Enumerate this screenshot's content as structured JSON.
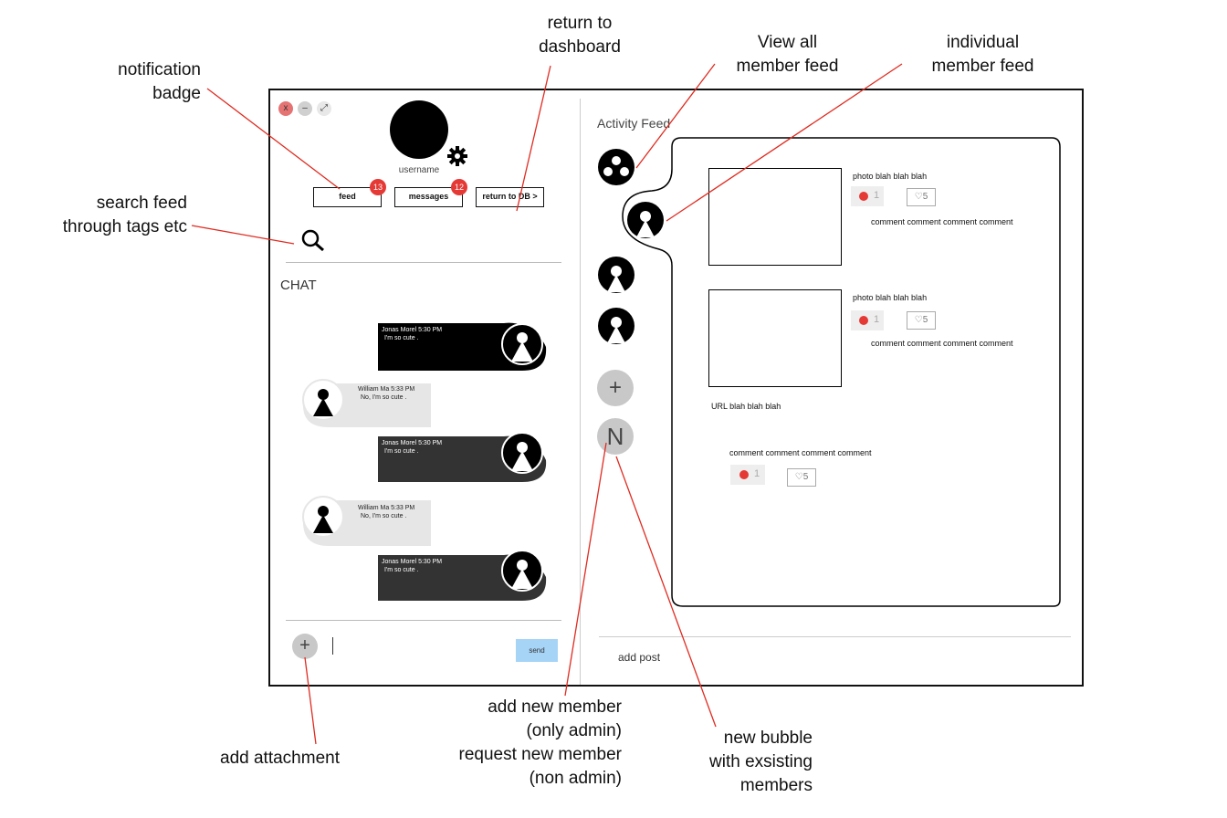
{
  "annotations": {
    "notification_badge": [
      "notification",
      "badge"
    ],
    "return_to_dashboard": [
      "return to",
      "dashboard"
    ],
    "view_all_member_feed": [
      "View all",
      "member feed"
    ],
    "individual_member_feed": [
      "individual",
      "member feed"
    ],
    "search_feed": [
      "search feed",
      "through tags etc"
    ],
    "add_attachment": "add attachment",
    "add_new_member": [
      "add new member",
      "(only admin)",
      "request new member",
      "(non admin)"
    ],
    "new_bubble": [
      "new bubble",
      "with exsisting",
      "members"
    ]
  },
  "window_controls": {
    "close": "x",
    "minimize": "–",
    "expand": "⤢"
  },
  "profile": {
    "username": "username",
    "settings_icon": "gear-icon"
  },
  "nav": {
    "feed": {
      "label": "feed",
      "badge": "13"
    },
    "messages": {
      "label": "messages",
      "badge": "12"
    },
    "return_db": {
      "label": "return to DB >"
    }
  },
  "search": {
    "icon": "search-icon"
  },
  "chat": {
    "title": "CHAT",
    "messages": [
      {
        "sender": "Jonas Morel 5:30 PM",
        "text": "I'm so cute ."
      },
      {
        "sender": "William Ma 5:33 PM",
        "text": "No, I'm so cute ."
      },
      {
        "sender": "Jonas Morel 5:30 PM",
        "text": "I'm so cute ."
      },
      {
        "sender": "William Ma 5:33 PM",
        "text": "No, I'm so cute ."
      },
      {
        "sender": "Jonas Morel 5:30 PM",
        "text": "I'm so cute ."
      }
    ],
    "add_icon": "+",
    "send_label": "send"
  },
  "activity": {
    "title": "Activity Feed",
    "add_member_icon": "+",
    "new_bubble_letter": "N",
    "posts": [
      {
        "caption": "photo blah blah blah",
        "likes": "1",
        "hearts": "5",
        "comment": "comment comment comment comment"
      },
      {
        "caption": "photo blah blah blah",
        "likes": "1",
        "hearts": "5",
        "comment": "comment comment comment comment"
      }
    ],
    "url_text": "URL blah blah blah",
    "url_comment": "comment comment comment comment",
    "url_likes": "1",
    "url_hearts": "5",
    "add_post": "add post"
  },
  "colors": {
    "badge": "#e53935",
    "send": "#a6d4f7",
    "dark_bubble": "#333333",
    "light_bubble": "#e6e6e6",
    "annotation_line": "#e02b20"
  }
}
